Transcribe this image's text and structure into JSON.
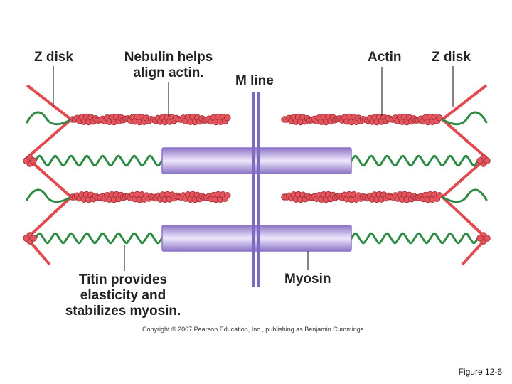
{
  "labels": {
    "z_disk_left": "Z disk",
    "nebulin": [
      "Nebulin helps",
      "align actin."
    ],
    "m_line": "M line",
    "actin": "Actin",
    "z_disk_right": "Z disk",
    "titin": [
      "Titin provides",
      "elasticity and",
      "stabilizes myosin."
    ],
    "myosin": "Myosin"
  },
  "copyright": "Copyright © 2007 Pearson Education, Inc., publishing as Benjamin Cummings.",
  "figure_label": "Figure 12-6",
  "colors": {
    "z_disk": "#e24a4f",
    "actin_bead": "#e3565e",
    "actin_bead_outline": "#a52b35",
    "titin": "#2e8a43",
    "myosin_light": "#efe8fb",
    "myosin_dark": "#8c75c6",
    "m_line": "#7d6ac2",
    "leader": "#333333"
  }
}
